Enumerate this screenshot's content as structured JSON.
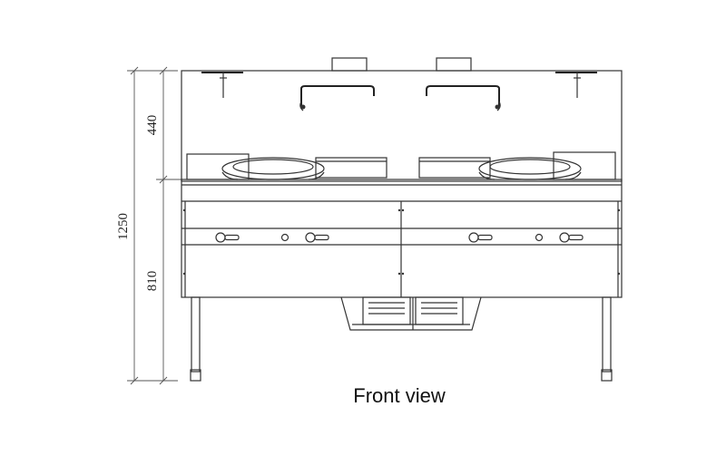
{
  "caption": "Front view",
  "dimensions": {
    "total_height": "1250",
    "upper_height": "440",
    "lower_height": "810"
  }
}
